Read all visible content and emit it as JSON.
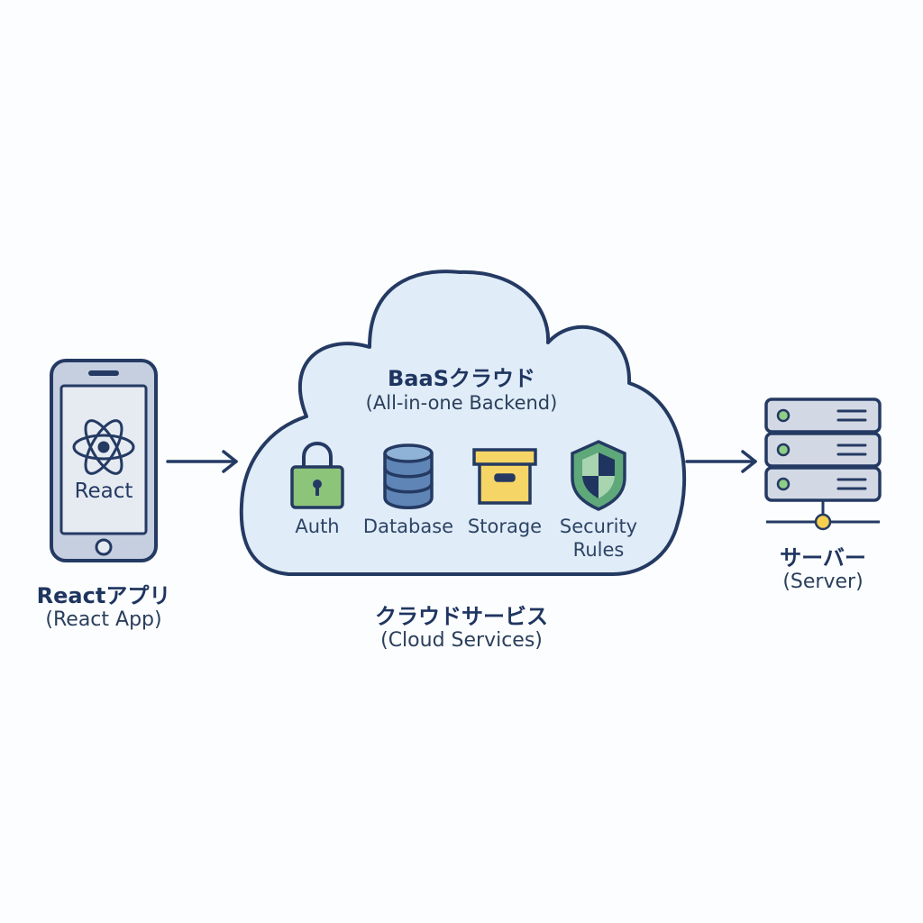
{
  "react_app": {
    "phone_label": "React",
    "title": "Reactアプリ",
    "subtitle": "(React App)"
  },
  "cloud": {
    "title": "BaaSクラウド",
    "subtitle": "(All-in-one Backend)",
    "services": {
      "auth": "Auth",
      "database": "Database",
      "storage": "Storage",
      "security_line1": "Security",
      "security_line2": "Rules"
    },
    "caption_title": "クラウドサービス",
    "caption_subtitle": "(Cloud Services)"
  },
  "server": {
    "title": "サーバー",
    "subtitle": "(Server)"
  },
  "colors": {
    "outline": "#243a63",
    "cloud_fill": "#e0ecf7",
    "phone_screen": "#e6ebf2",
    "phone_body": "#c5cfe0",
    "auth_green": "#8cc47a",
    "db_blue": "#5f85b6",
    "storage_yellow": "#f5d565",
    "shield_green": "#5fa87a",
    "server_gray": "#d3d9e4",
    "led_green": "#8fce86",
    "connector_yellow": "#f5cf4e"
  }
}
